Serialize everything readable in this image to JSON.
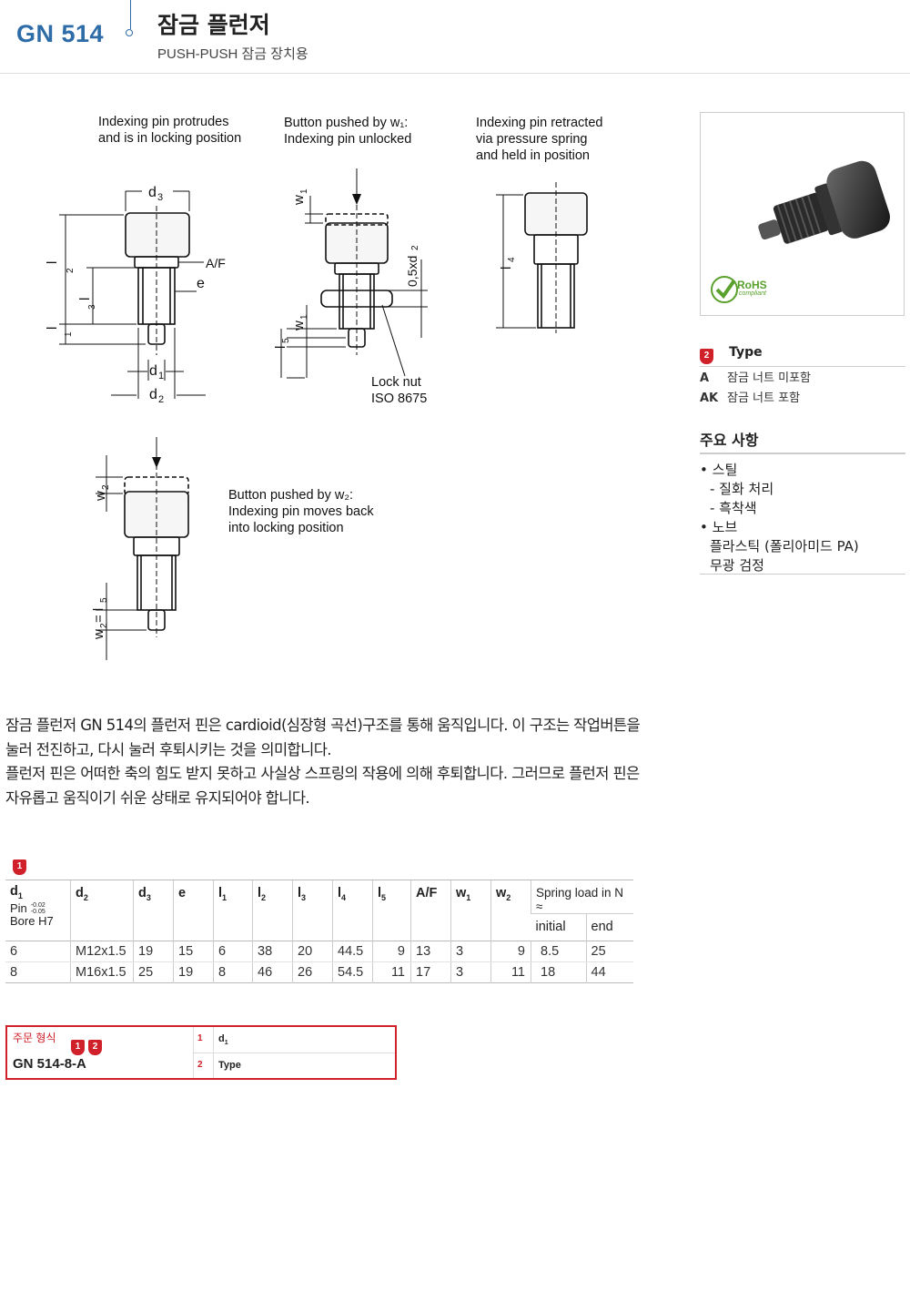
{
  "header": {
    "code": "GN 514",
    "title": "잠금 플런저",
    "subtitle": "PUSH-PUSH 잠금 장치용"
  },
  "drawings": {
    "caption1": "Indexing pin protrudes\nand is in locking position",
    "caption2": "Button pushed by w₁:\nIndexing pin unlocked",
    "caption3": "Indexing pin retracted\nvia pressure spring\nand held in position",
    "caption4": "Button pushed by w₂:\nIndexing pin moves back\ninto locking position",
    "lock_nut": "Lock nut\nISO 8675",
    "labels": {
      "d3": "d3",
      "af": "A/F",
      "e": "e",
      "l": "l",
      "l2": "2",
      "l3": "l3",
      "l1": "1",
      "d1": "d1",
      "d2": "d2",
      "w1": "w1",
      "half_d2": "0,5xd2",
      "l5": "l5",
      "l4": "l4",
      "w2": "w2",
      "w2_eq_l5": "w2 = l5"
    }
  },
  "photo": {
    "rohs": "RoHS",
    "rohs_sub": "compliant"
  },
  "type_section": {
    "badge": "2",
    "title": "Type",
    "rows": [
      {
        "code": "A",
        "desc": "잠금 너트 미포함"
      },
      {
        "code": "AK",
        "desc": "잠금 너트 포함"
      }
    ]
  },
  "features": {
    "title": "주요 사항",
    "items": [
      {
        "bullet": "•",
        "label": "스틸",
        "sub": [
          "- 질화 처리",
          "- 흑착색"
        ]
      },
      {
        "bullet": "•",
        "label": "노브",
        "sub": [
          "플라스틱 (폴리아미드 PA)",
          "무광 검정"
        ]
      }
    ]
  },
  "description": [
    "잠금 플런저 GN 514의 플런저 핀은 cardioid(심장형 곡선)구조를 통해 움직입니다. 이 구조는 작업버튼을 눌러 전진하고, 다시 눌러 후퇴시키는 것을 의미합니다.",
    "플런저 핀은 어떠한 축의 힘도 받지 못하고 사실상 스프링의 작용에 의해 후퇴합니다. 그러므로 플런저 핀은 자유롭고 움직이기 쉬운 상태로 유지되어야 합니다."
  ],
  "table": {
    "badge": "1",
    "d1_header": {
      "sym": "d",
      "sub": "1",
      "pin": "Pin",
      "tol_top": "-0.02",
      "tol_bot": "-0.05",
      "bore": "Bore H7"
    },
    "headers": [
      {
        "sym": "d",
        "sub": "2"
      },
      {
        "sym": "d",
        "sub": "3"
      },
      {
        "sym": "e",
        "sub": ""
      },
      {
        "sym": "l",
        "sub": "1"
      },
      {
        "sym": "l",
        "sub": "2"
      },
      {
        "sym": "l",
        "sub": "3"
      },
      {
        "sym": "l",
        "sub": "4"
      },
      {
        "sym": "l",
        "sub": "5"
      },
      {
        "sym": "A/F",
        "sub": ""
      },
      {
        "sym": "w",
        "sub": "1"
      },
      {
        "sym": "w",
        "sub": "2"
      }
    ],
    "spring_header": "Spring load in N ≈",
    "spring_sub": [
      "initial",
      "end"
    ],
    "rows": [
      [
        "6",
        "M12x1.5",
        "19",
        "15",
        "6",
        "38",
        "20",
        "44.5",
        "9",
        "13",
        "3",
        "9",
        "8.5",
        "25"
      ],
      [
        "8",
        "M16x1.5",
        "25",
        "19",
        "8",
        "46",
        "26",
        "54.5",
        "11",
        "17",
        "3",
        "11",
        "18",
        "44"
      ]
    ]
  },
  "order": {
    "label": "주문 형식",
    "badges": [
      "1",
      "2"
    ],
    "code_prefix": "GN 514-",
    "code_d1": "8",
    "code_sep": "-",
    "code_type": "A",
    "legend": [
      {
        "num": "1",
        "text": "d",
        "sub": "1"
      },
      {
        "num": "2",
        "text": "Type",
        "sub": ""
      }
    ]
  },
  "colors": {
    "accent": "#2e6ca8",
    "red": "#d0202a"
  }
}
